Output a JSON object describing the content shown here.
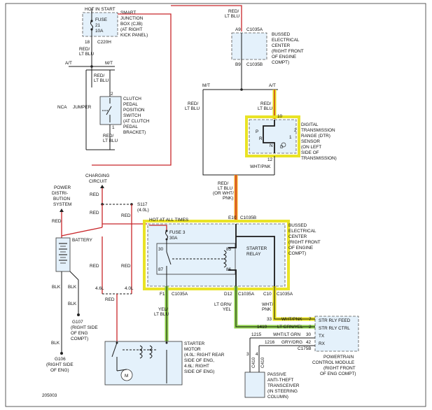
{
  "diagram_id": "205003",
  "fuse_top": {
    "hot_label": "HOT IN START",
    "fuse_label": "FUSE",
    "fuse_number": "21",
    "fuse_amps": "10A",
    "location_lines": [
      "SMART",
      "JUNCTION",
      "BOX (CJB)",
      "(AT RIGHT",
      "KICK PANEL)"
    ],
    "pin": "18",
    "connector": "C220H"
  },
  "wire_labels": {
    "red_ltblu_top_left": [
      "RED/",
      "LT BLU"
    ],
    "red_ltblu_top_right": [
      "RED/",
      "LT BLU"
    ],
    "red_ltblu_clutch_in": [
      "RED/",
      "LT BLU"
    ],
    "red_ltblu_clutch_out": [
      "RED/",
      "LT BLU"
    ],
    "red_ltblu_left_loop": [
      "RED/",
      "LT BLU"
    ],
    "red_ltblu_dtr_in": [
      "RED/",
      "LT BLU"
    ],
    "wht_pnk_dtr": "WHT/PNK",
    "red_ltblu_or_whtpnk": [
      "RED/",
      "LT BLU",
      "(OR WHT/",
      "PNK)"
    ],
    "charging_red": "RED",
    "power_red": "RED",
    "s117_red": "RED",
    "batt_red": "RED",
    "fuse3_red": "RED",
    "starter_red": "RED",
    "blk_a": "BLK",
    "blk_b": "BLK",
    "blk_c": "BLK",
    "blk_d": "BLK",
    "yel_ltblu": [
      "YEL/",
      "LT BLU"
    ],
    "ltgrn_yel": [
      "LT GRN/",
      "YEL"
    ],
    "wht_pnk_c10": [
      "WHT/",
      "PNK"
    ],
    "size_4_6_a": "4.6L",
    "size_4_0_a": "4.0L",
    "nca": "NCA",
    "jumper": "JUMPER"
  },
  "transmission_labels": {
    "at_top": "A/T",
    "mt_top": "M/T",
    "mt_right": "M/T",
    "at_right": "A/T"
  },
  "bussed_top": {
    "pin_top": "A9",
    "connector_top": "C1035A",
    "pin_bottom": "B9",
    "connector_bottom": "C1035B",
    "lines": [
      "BUSSED",
      "ELECTRICAL",
      "CENTER",
      "(RIGHT FRONT",
      "OF ENGINE",
      "COMPT)"
    ]
  },
  "clutch_switch": {
    "pin_top": "2",
    "pin_bottom": "1",
    "lines": [
      "CLUTCH",
      "PEDAL",
      "POSITION",
      "SWITCH",
      "(AT CLUTCH",
      "PEDAL",
      "BRACKET)"
    ]
  },
  "dtr_sensor": {
    "pin_top": "10",
    "pin_bottom": "12",
    "label_p": "P",
    "label_r": "R",
    "label_n": "N",
    "label_d": "D",
    "label_2": "2",
    "label_1": "1",
    "lines": [
      "DIGITAL",
      "TRANSMISSION",
      "RANGE (DTR)",
      "SENSOR",
      "(ON LEFT",
      "SIDE OF",
      "TRANSMISSION)"
    ]
  },
  "charging": {
    "lines": [
      "CHARGING",
      "CIRCUIT"
    ]
  },
  "power_dist": {
    "lines": [
      "POWER",
      "DISTRI-",
      "BUTION",
      "SYSTEM"
    ]
  },
  "splice": {
    "name": "S117",
    "size": "(4.0L)"
  },
  "battery": {
    "label": "BATTERY"
  },
  "bussed_main": {
    "pin_top": "E10",
    "connector_top": "C1035B",
    "hot_label": "HOT AT ALL TIMES",
    "fuse_label": "FUSE 3",
    "fuse_amps": "30A",
    "relay_pins": [
      "30",
      "85",
      "87",
      "86"
    ],
    "relay_lines": [
      "STARTER",
      "RELAY"
    ],
    "lines": [
      "BUSSED",
      "ELECTRICAL",
      "CENTER",
      "(RIGHT FRONT",
      "OF ENGINE",
      "COMPT)"
    ],
    "pin_f10": "F10",
    "conn_f10": "C1035A",
    "pin_d12": "D12",
    "conn_d12": "C1035A",
    "pin_c10": "C10",
    "conn_c10": "C1035A"
  },
  "grounds": {
    "g107": [
      "G107",
      "(RIGHT SIDE",
      "OF ENG",
      "COMPT)"
    ],
    "g106": [
      "G106",
      "(RIGHT SIDE",
      "OF ENG)"
    ]
  },
  "starter_motor": {
    "lines": [
      "STARTER",
      "MOTOR",
      "(4.0L: RIGHT REAR",
      "SIDE OF ENG,",
      "4.6L: RIGHT",
      "SIDE OF ENG)"
    ],
    "motor_symbol": "M"
  },
  "pcm": {
    "rows": [
      {
        "pin": "7",
        "wire_no": "33",
        "wire": "WHT/PNK",
        "func": "STR RLY FEED"
      },
      {
        "pin": "2",
        "wire_no": "1419",
        "wire": "LT GRN/YEL",
        "func": "STR RLY CTRL"
      },
      {
        "pin": "30",
        "wire_no": "1215",
        "wire": "WHT/LT GRN",
        "func": "TX"
      },
      {
        "pin": "42",
        "wire_no": "1216",
        "wire": "GRY/ORG",
        "func": "RX"
      }
    ],
    "connector": "C175B",
    "lines": [
      "POWERTRAIN",
      "CONTROL MODULE",
      "(RIGHT FRONT",
      "OF ENG COMPT)"
    ]
  },
  "pats": {
    "pin_a": "3",
    "pin_b": "4",
    "conn_a": "C410",
    "conn_b": "C410",
    "lines": [
      "PASSIVE",
      "ANTI-THEFT",
      "TRANSCEIVER",
      "(IN STEERING",
      "COLUMN)"
    ]
  }
}
